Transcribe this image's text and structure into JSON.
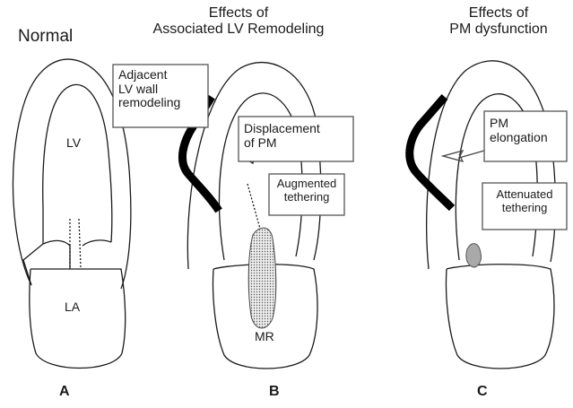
{
  "panels": [
    {
      "letter": "A",
      "title": "Normal",
      "labels": {
        "lv": "LV",
        "la": "LA"
      }
    },
    {
      "letter": "B",
      "title": "Effects of\nAssociated LV Remodeling",
      "labels": {
        "adjacent": "Adjacent\nLV wall\nremodeling",
        "displacement": "Displacement\nof PM",
        "augmented": "Augmented\ntethering",
        "mr": "MR"
      }
    },
    {
      "letter": "C",
      "title": "Effects of\nPM dysfunction",
      "labels": {
        "elongation": "PM\nelongation",
        "attenuated": "Attenuated\ntethering"
      }
    }
  ]
}
